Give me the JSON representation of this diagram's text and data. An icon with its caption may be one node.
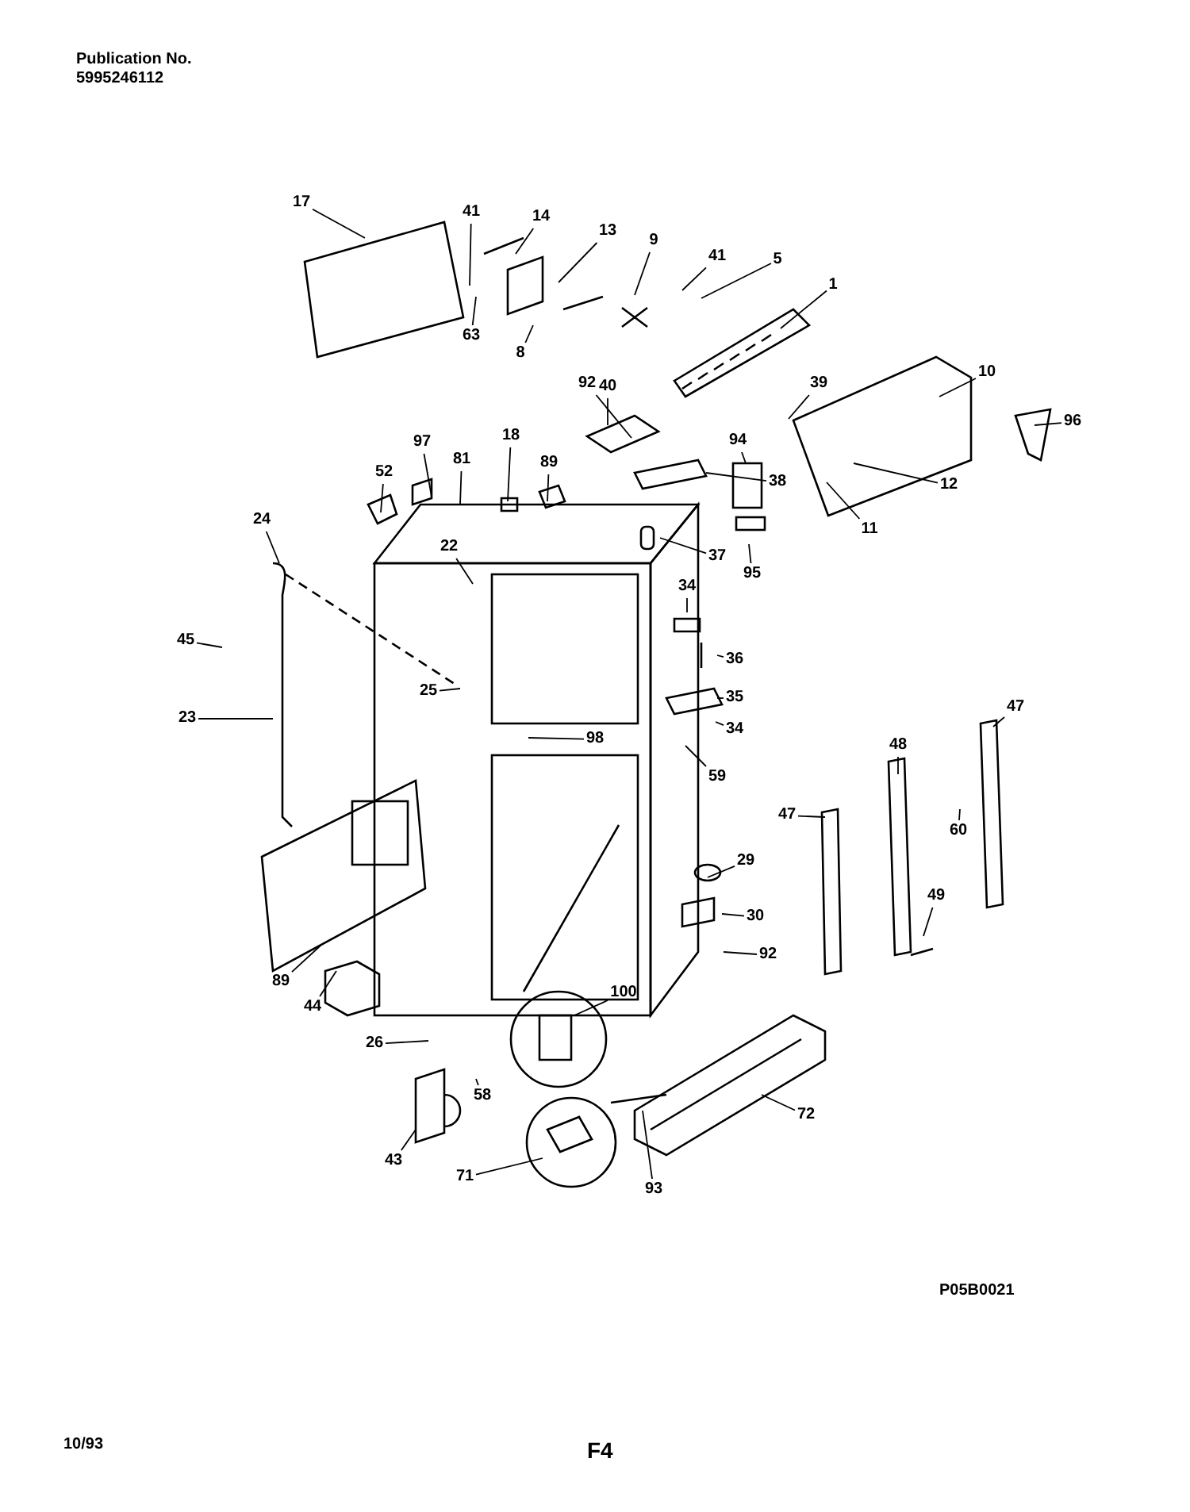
{
  "diagram": {
    "nodes": [
      {
        "text": [
          "17"
        ]
      },
      {
        "text": [
          "41"
        ]
      },
      {
        "text": [
          "14"
        ]
      },
      {
        "text": [
          "13"
        ]
      },
      {
        "text": [
          "9"
        ]
      },
      {
        "text": [
          "41"
        ]
      },
      {
        "text": [
          "5"
        ]
      },
      {
        "text": [
          "1"
        ]
      },
      {
        "text": [
          "63"
        ]
      },
      {
        "text": [
          "8"
        ]
      },
      {
        "text": [
          "92"
        ]
      },
      {
        "text": [
          "40"
        ]
      },
      {
        "text": [
          "39"
        ]
      },
      {
        "text": [
          "10"
        ]
      },
      {
        "text": [
          "96"
        ]
      },
      {
        "text": [
          "97"
        ]
      },
      {
        "text": [
          "81"
        ]
      },
      {
        "text": [
          "18"
        ]
      },
      {
        "text": [
          "89"
        ]
      },
      {
        "text": [
          "38"
        ]
      },
      {
        "text": [
          "94"
        ]
      },
      {
        "text": [
          "52"
        ]
      },
      {
        "text": [
          "12"
        ]
      },
      {
        "text": [
          "24"
        ]
      },
      {
        "text": [
          "11"
        ]
      },
      {
        "text": [
          "95"
        ]
      },
      {
        "text": [
          "22"
        ]
      },
      {
        "text": [
          "37"
        ]
      },
      {
        "text": [
          "34"
        ]
      },
      {
        "text": [
          "45"
        ]
      },
      {
        "text": [
          "36"
        ]
      },
      {
        "text": [
          "25"
        ]
      },
      {
        "text": [
          "35"
        ]
      },
      {
        "text": [
          "34"
        ]
      },
      {
        "text": [
          "23"
        ]
      },
      {
        "text": [
          "98"
        ]
      },
      {
        "text": [
          "47"
        ]
      },
      {
        "text": [
          "48"
        ]
      },
      {
        "text": [
          "59"
        ]
      },
      {
        "text": [
          "47"
        ]
      },
      {
        "text": [
          "60"
        ]
      },
      {
        "text": [
          "29"
        ]
      },
      {
        "text": [
          "49"
        ]
      },
      {
        "text": [
          "30"
        ]
      },
      {
        "text": [
          "92"
        ]
      },
      {
        "text": [
          "89"
        ]
      },
      {
        "text": [
          "44"
        ]
      },
      {
        "text": [
          "100"
        ]
      },
      {
        "text": [
          "26"
        ]
      },
      {
        "text": [
          "58"
        ]
      },
      {
        "text": [
          "72"
        ]
      },
      {
        "text": [
          "43"
        ]
      },
      {
        "text": [
          "71"
        ]
      },
      {
        "text": [
          "93"
        ]
      }
    ],
    "edges": [
      {
        "from": 0,
        "to": null,
        "arrow": "none"
      },
      {
        "from": 1,
        "to": null,
        "arrow": "none"
      },
      {
        "from": 2,
        "to": null,
        "arrow": "none"
      },
      {
        "from": 3,
        "to": null,
        "arrow": "none"
      },
      {
        "from": 4,
        "to": null,
        "arrow": "none"
      },
      {
        "from": 5,
        "to": null,
        "arrow": "none"
      },
      {
        "from": 6,
        "to": null,
        "arrow": "none"
      },
      {
        "from": 7,
        "to": null,
        "arrow": "none"
      },
      {
        "from": 8,
        "to": null,
        "arrow": "none"
      },
      {
        "from": 9,
        "to": null,
        "arrow": "none"
      },
      {
        "from": 10,
        "to": null,
        "arrow": "none"
      },
      {
        "from": 11,
        "to": null,
        "arrow": "none"
      },
      {
        "from": 12,
        "to": null,
        "arrow": "none"
      },
      {
        "from": 13,
        "to": null,
        "arrow": "none"
      },
      {
        "from": 14,
        "to": null,
        "arrow": "none"
      },
      {
        "from": 15,
        "to": null,
        "arrow": "none"
      },
      {
        "from": 16,
        "to": null,
        "arrow": "none"
      },
      {
        "from": 17,
        "to": null,
        "arrow": "none"
      },
      {
        "from": 18,
        "to": null,
        "arrow": "none"
      },
      {
        "from": 19,
        "to": null,
        "arrow": "none"
      },
      {
        "from": 20,
        "to": null,
        "arrow": "none"
      },
      {
        "from": 21,
        "to": null,
        "arrow": "none"
      },
      {
        "from": 22,
        "to": null,
        "arrow": "none"
      },
      {
        "from": 23,
        "to": null,
        "arrow": "none"
      },
      {
        "from": 24,
        "to": null,
        "arrow": "none"
      },
      {
        "from": 25,
        "to": null,
        "arrow": "none"
      },
      {
        "from": 26,
        "to": null,
        "arrow": "none"
      },
      {
        "from": 27,
        "to": null,
        "arrow": "none"
      },
      {
        "from": 28,
        "to": null,
        "arrow": "none"
      },
      {
        "from": 29,
        "to": null,
        "arrow": "none"
      },
      {
        "from": 30,
        "to": null,
        "arrow": "none"
      },
      {
        "from": 31,
        "to": null,
        "arrow": "none"
      },
      {
        "from": 32,
        "to": null,
        "arrow": "none"
      },
      {
        "from": 33,
        "to": null,
        "arrow": "none"
      },
      {
        "from": 34,
        "to": null,
        "arrow": "none"
      },
      {
        "from": 35,
        "to": null,
        "arrow": "none"
      },
      {
        "from": 36,
        "to": null,
        "arrow": "none"
      },
      {
        "from": 37,
        "to": null,
        "arrow": "none"
      },
      {
        "from": 38,
        "to": null,
        "arrow": "none"
      },
      {
        "from": 39,
        "to": null,
        "arrow": "none"
      },
      {
        "from": 40,
        "to": null,
        "arrow": "none"
      },
      {
        "from": 41,
        "to": null,
        "arrow": "none"
      },
      {
        "from": 42,
        "to": null,
        "arrow": "none"
      },
      {
        "from": 43,
        "to": null,
        "arrow": "none"
      },
      {
        "from": 44,
        "to": null,
        "arrow": "none"
      },
      {
        "from": 45,
        "to": null,
        "arrow": "none"
      },
      {
        "from": 46,
        "to": null,
        "arrow": "none"
      },
      {
        "from": 47,
        "to": null,
        "arrow": "none"
      },
      {
        "from": 48,
        "to": null,
        "arrow": "none"
      },
      {
        "from": 49,
        "to": null,
        "arrow": "none"
      },
      {
        "from": 50,
        "to": null,
        "arrow": "none"
      },
      {
        "from": 51,
        "to": null,
        "arrow": "none"
      },
      {
        "from": 52,
        "to": null,
        "arrow": "none"
      },
      {
        "from": 53,
        "to": null,
        "arrow": "none"
      }
    ],
    "labels": [
      "Publication No.",
      "5995246112",
      "P05B0021",
      "10/93",
      "F4"
    ]
  }
}
